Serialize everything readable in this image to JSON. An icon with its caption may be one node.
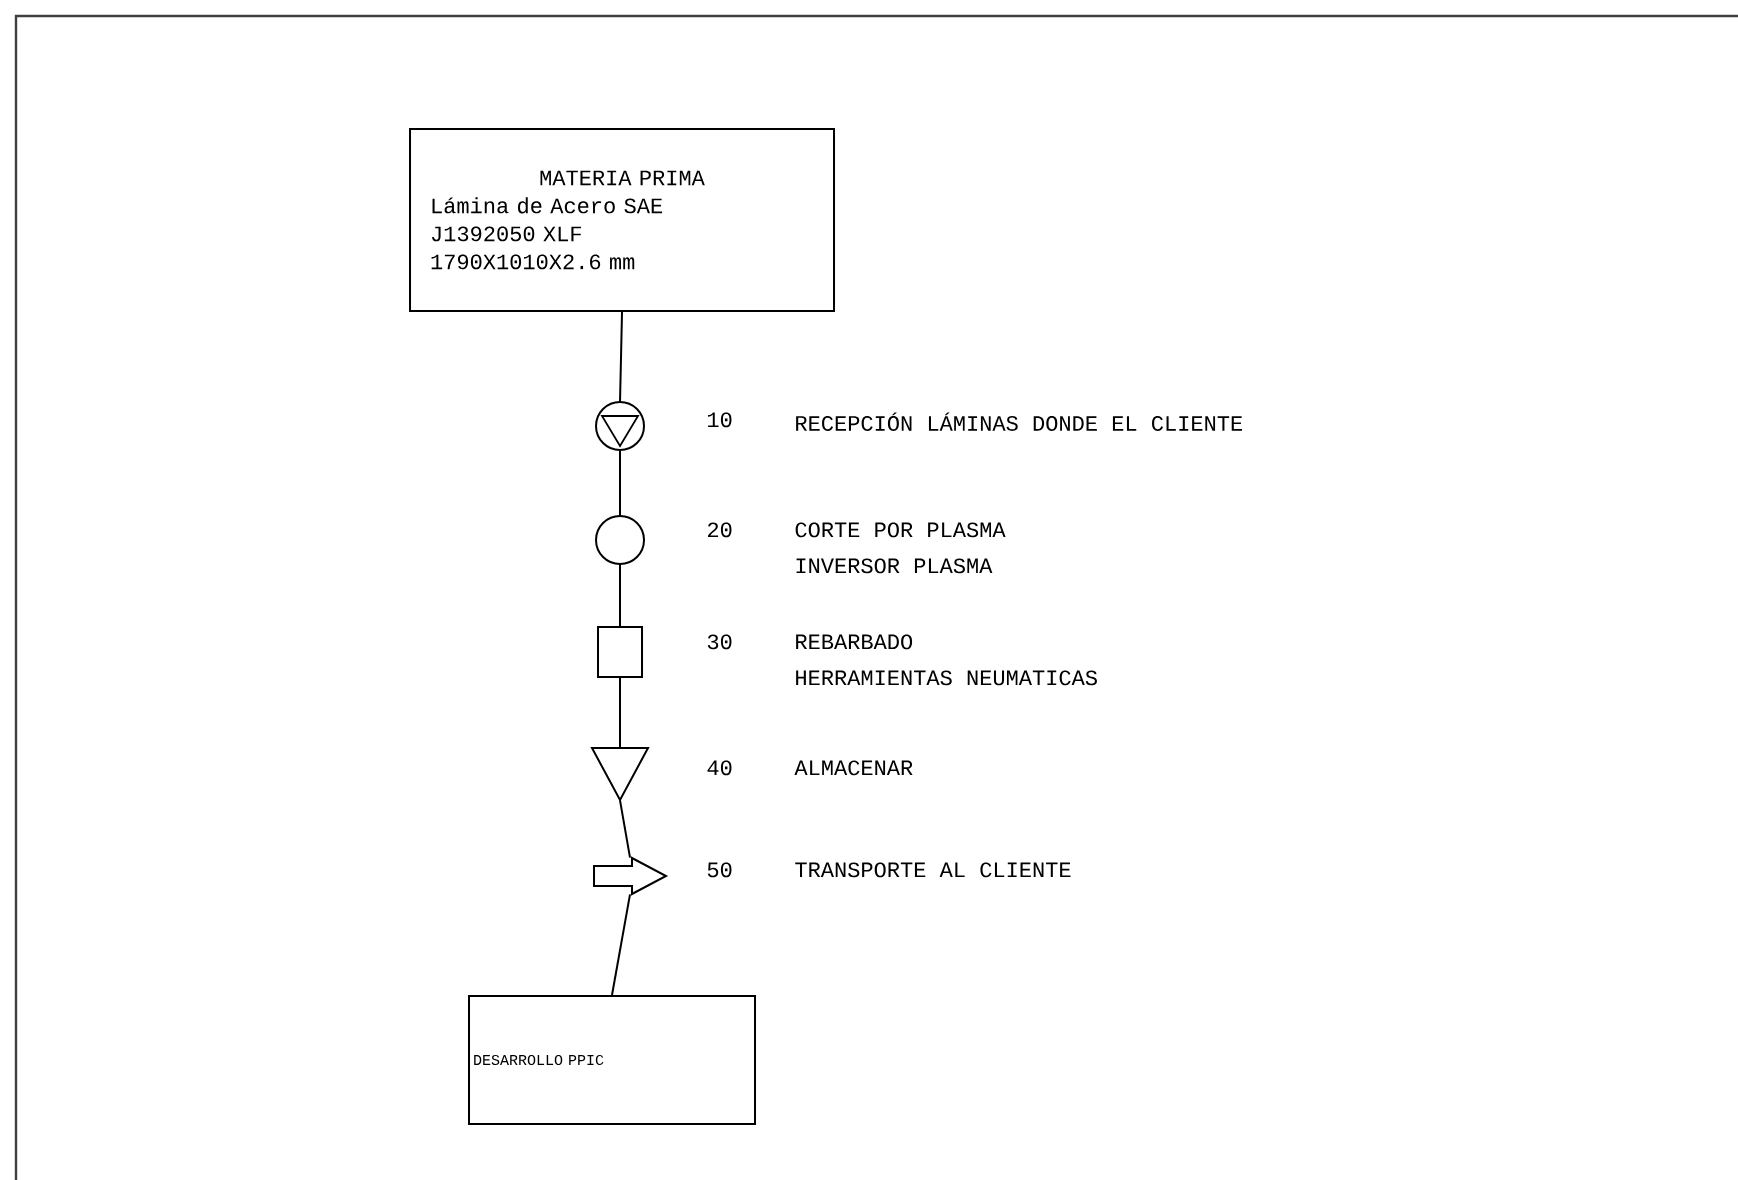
{
  "diagram": {
    "nodes": [
      {
        "text": [
          "MATERIA PRIMA",
          "Lámina de Acero SAE",
          "J1392050 XLF",
          "1790X1010X2.6 mm"
        ]
      },
      {
        "text": [],
        "shape": "circle",
        "beside": [
          "10",
          "RECEPCIÓN LÁMINAS DONDE EL CLIENTE"
        ]
      },
      {
        "text": [],
        "shape": "circle",
        "beside": [
          "20",
          "CORTE POR PLASMA",
          "INVERSOR PLASMA"
        ]
      },
      {
        "text": [],
        "shape": "box",
        "beside": [
          "30",
          "REBARBADO",
          "HERRAMIENTAS NEUMATICAS"
        ]
      },
      {
        "text": [],
        "shape": "triangle",
        "beside": [
          "40",
          "ALMACENAR"
        ]
      },
      {
        "text": [],
        "shape": "arrow",
        "beside": [
          "50",
          "TRANSPORTE AL CLIENTE"
        ]
      },
      {
        "text": [
          "DESARROLLO PPIC"
        ]
      }
    ],
    "edges": [
      {
        "from": 0,
        "to": 1,
        "arrow": "none"
      },
      {
        "from": 1,
        "to": 2,
        "arrow": "none"
      },
      {
        "from": 2,
        "to": 3,
        "arrow": "none"
      },
      {
        "from": 3,
        "to": 4,
        "arrow": "none"
      },
      {
        "from": 4,
        "to": 5,
        "arrow": "none"
      },
      {
        "from": 5,
        "to": 6,
        "arrow": "none"
      }
    ]
  }
}
